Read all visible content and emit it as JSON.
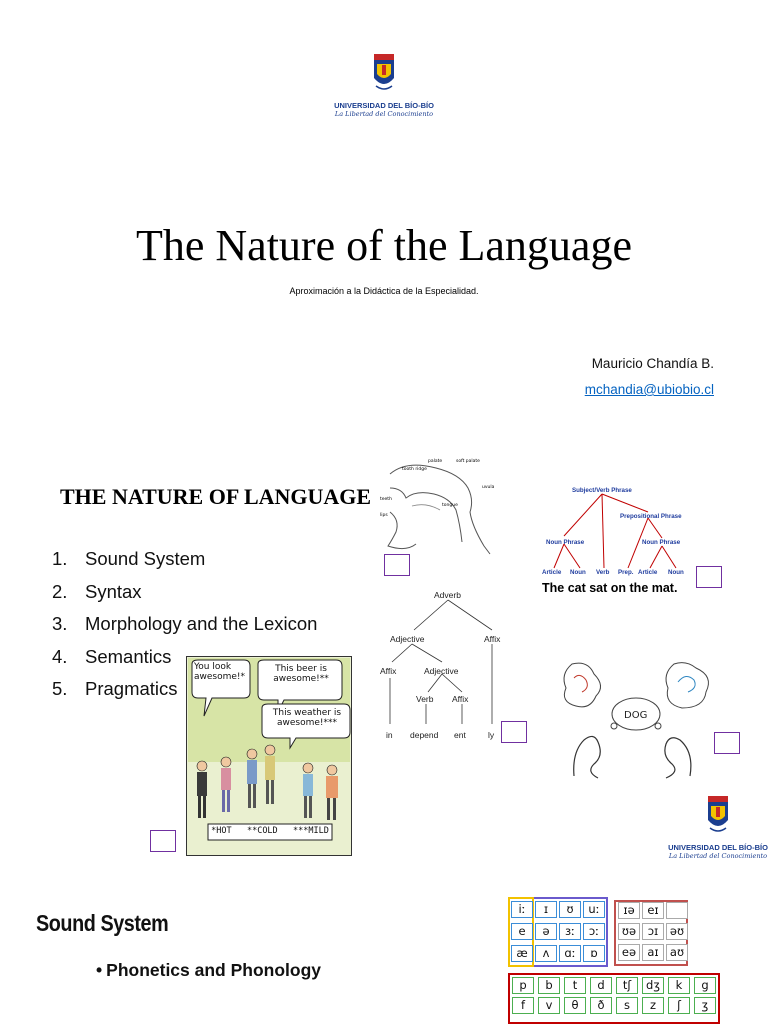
{
  "slide1": {
    "logo": {
      "university": "UNIVERSIDAD DEL BÍO-BÍO",
      "motto": "La Libertad del Conocimiento"
    },
    "title": "The Nature of the Language",
    "subtitle": "Aproximación a la Didáctica de la Especialidad.",
    "author": "Mauricio Chandía B.",
    "email": "mchandia@ubiobio.cl"
  },
  "slide2": {
    "heading": "THE NATURE OF LANGUAGE",
    "topics": [
      {
        "num": "1.",
        "label": "Sound System"
      },
      {
        "num": "2.",
        "label": "Syntax"
      },
      {
        "num": "3.",
        "label": "Morphology and the Lexicon"
      },
      {
        "num": "4.",
        "label": "Semantics"
      },
      {
        "num": "5.",
        "label": "Pragmatics"
      }
    ],
    "vocal_tract": {
      "labels": [
        "palate",
        "soft palate",
        "tooth ridge",
        "uvula",
        "teeth",
        "tongue",
        "lips"
      ]
    },
    "syntax_tree": {
      "root": "Subject/Verb Phrase",
      "pp": "Prepositional Phrase",
      "np1": "Noun Phrase",
      "np2": "Noun Phrase",
      "leaves": [
        "Article",
        "Noun",
        "Verb",
        "Prep.",
        "Article",
        "Noun"
      ],
      "sentence": "The cat sat on the mat."
    },
    "morph_tree": {
      "root": "Adverb",
      "adj1": "Adjective",
      "affix_top": "Affix",
      "affix_left": "Affix",
      "adj2": "Adjective",
      "verb": "Verb",
      "affix_right": "Affix",
      "words": [
        "in",
        "depend",
        "ent",
        "ly"
      ]
    },
    "cartoon": {
      "bubble1": "You look awesome!*",
      "bubble2": "This beer is awesome!**",
      "bubble3": "This weather is awesome!***",
      "footnote": "*HOT   **COLD   ***MILD"
    },
    "semantics_image": {
      "word": "DOG"
    },
    "logo": {
      "university": "UNIVERSIDAD DEL BÍO-BÍO",
      "motto": "La Libertad del Conocimiento"
    }
  },
  "slide3": {
    "heading": "Sound System",
    "bullet": "Phonetics and Phonology",
    "ipa": {
      "vowels": [
        [
          "iː",
          "ɪ",
          "ʊ",
          "uː"
        ],
        [
          "e",
          "ə",
          "ɜː",
          "ɔː"
        ],
        [
          "æ",
          "ʌ",
          "ɑː",
          "ɒ"
        ]
      ],
      "diphthongs": [
        [
          "ɪə",
          "eɪ",
          ""
        ],
        [
          "ʊə",
          "ɔɪ",
          "əʊ"
        ],
        [
          "eə",
          "aɪ",
          "aʊ"
        ]
      ],
      "consonants_row1": [
        "p",
        "b",
        "t",
        "d",
        "tʃ",
        "dʒ",
        "k",
        "g"
      ],
      "consonants_row2": [
        "f",
        "v",
        "θ",
        "ð",
        "s",
        "z",
        "ʃ",
        "ʒ"
      ]
    }
  },
  "colors": {
    "link": "#0563c1",
    "logo_blue": "#1b3e8f",
    "selector": "#7030a0",
    "tree_blue": "#1f3c9e",
    "tree_red": "#c00000"
  }
}
